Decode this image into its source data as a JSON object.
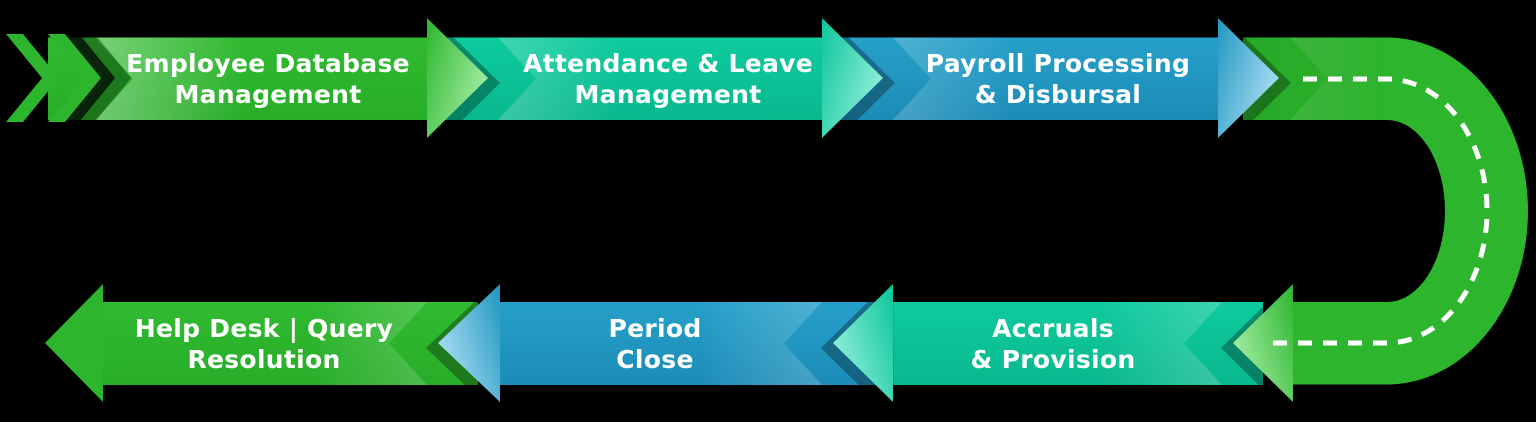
{
  "diagram": {
    "type": "process-flow-u-turn",
    "background_color": "#000000",
    "text_color": "#ffffff",
    "steps": [
      {
        "id": "employee-database-management",
        "label": "Employee Database\nManagement",
        "row": "top",
        "direction": "right",
        "color": "#2db52d"
      },
      {
        "id": "attendance-leave-management",
        "label": "Attendance & Leave\nManagement",
        "row": "top",
        "direction": "right",
        "color": "#0bc59a"
      },
      {
        "id": "payroll-processing-disbursal",
        "label": "Payroll Processing\n& Disbursal",
        "row": "top",
        "direction": "right",
        "color": "#2196c1"
      },
      {
        "id": "accruals-provision",
        "label": "Accruals\n& Provision",
        "row": "bottom",
        "direction": "left",
        "color": "#0bc59a"
      },
      {
        "id": "period-close",
        "label": "Period\nClose",
        "row": "bottom",
        "direction": "left",
        "color": "#2196c1"
      },
      {
        "id": "help-desk-query-resolution",
        "label": "Help Desk | Query\nResolution",
        "row": "bottom",
        "direction": "left",
        "color": "#2db52d"
      }
    ],
    "start_marker": {
      "icon": "double-chevron-icon",
      "color": "#2db52d"
    },
    "connector": {
      "shape": "u-turn",
      "color": "#2db52d",
      "dash_line_color": "#ffffff"
    }
  }
}
